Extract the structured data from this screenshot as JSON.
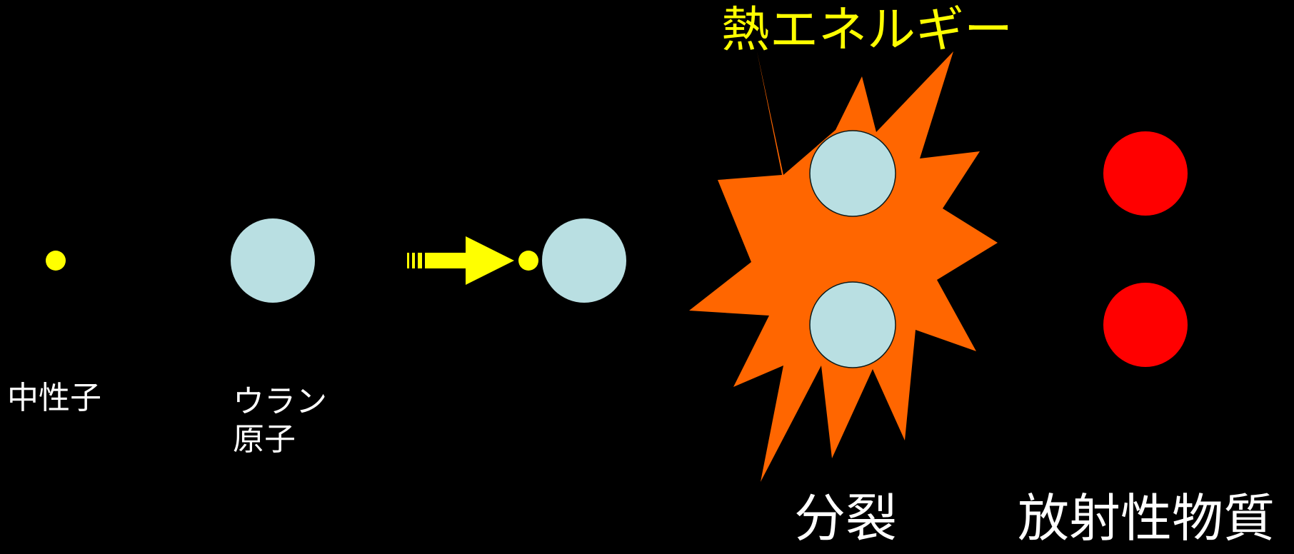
{
  "labels": {
    "neutron": "中性子",
    "uranium_line1": "ウラン",
    "uranium_line2": "原子",
    "heat_energy": "熱エネルギー",
    "fission": "分裂",
    "radioactive_material": "放射性物質"
  },
  "colors": {
    "background": "#000000",
    "neutron": "#ffff00",
    "uranium": "#b9dfe2",
    "explosion": "#ff6600",
    "radioactive": "#ff0000",
    "arrow": "#ffff00",
    "text_white": "#ffffff",
    "text_yellow": "#ffff00"
  }
}
